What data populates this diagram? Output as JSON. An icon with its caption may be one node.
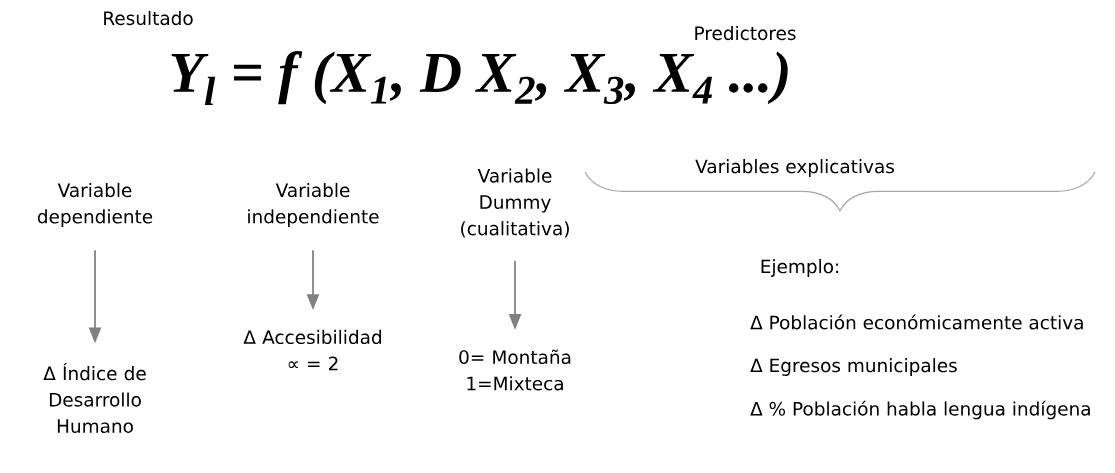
{
  "diagram": {
    "nodes": [
      {
        "text": [
          "Variable dependiente"
        ]
      },
      {
        "text": [
          "Δ Índice de Desarrollo Humano"
        ]
      },
      {
        "text": [
          "Variable independiente"
        ]
      },
      {
        "text": [
          "Δ Accesibilidad ∝ = 2"
        ]
      },
      {
        "text": [
          "Variable Dummy (cualitativa)"
        ]
      },
      {
        "text": [
          "0= Montaña 1=Mixteca"
        ]
      }
    ],
    "edges": [
      {
        "from": 0,
        "to": 1,
        "arrow": "to"
      },
      {
        "from": 2,
        "to": 3,
        "arrow": "to"
      },
      {
        "from": 4,
        "to": 5,
        "arrow": "to"
      }
    ],
    "labels": [
      "Resultado",
      "Predictores",
      "Y$_{l}$  =  f (X$_{1}$, D X$_{2}$, X$_{3}$, X$_{4}$ ...)",
      "Variables explicativas",
      "Ejemplo:",
      "Δ Población económicamente activa",
      "Δ Egresos municipales",
      "Δ % Población habla lengua indígena"
    ]
  }
}
